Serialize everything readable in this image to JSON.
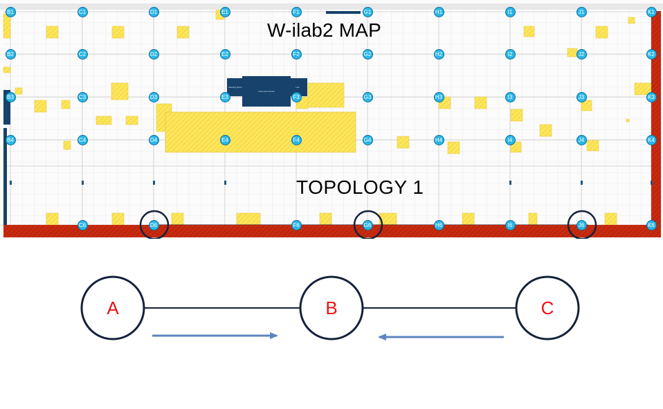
{
  "map": {
    "title": "W-ilab2 MAP",
    "topology_label": "TOPOLOGY 1",
    "nodes": [
      "B1",
      "C1",
      "D1",
      "E1",
      "F1",
      "G1",
      "H1",
      "I1",
      "J1",
      "K1",
      "B2",
      "C2",
      "D2",
      "E2",
      "F2",
      "G2",
      "H2",
      "I2",
      "J2",
      "K2",
      "B3",
      "C3",
      "D3",
      "E3",
      "F3",
      "G3",
      "H3",
      "I3",
      "J3",
      "K3",
      "B4",
      "C4",
      "D4",
      "E4",
      "F4",
      "G4",
      "H4",
      "I4",
      "J4",
      "K4",
      "C6",
      "D6",
      "F6",
      "G6",
      "H6",
      "I6",
      "J6",
      "K6"
    ],
    "highlighted_nodes": [
      "D6",
      "G6",
      "J6"
    ],
    "building_labels": [
      "Meeting Room",
      "Conference Room",
      "Lab"
    ],
    "colors": {
      "floor_zone": "#fce65c",
      "wall": "#c82b10",
      "structure": "#17426b",
      "node": "#29b6e6",
      "highlight_ring": "#15223a"
    }
  },
  "topology": {
    "nodes": [
      {
        "label": "A"
      },
      {
        "label": "B"
      },
      {
        "label": "C"
      }
    ],
    "links": [
      [
        "A",
        "B"
      ],
      [
        "B",
        "C"
      ]
    ],
    "flows": [
      {
        "from": "A",
        "to": "B",
        "direction": "right"
      },
      {
        "from": "C",
        "to": "B",
        "direction": "left"
      }
    ],
    "colors": {
      "node_label": "#ee1111",
      "node_stroke": "#15223a",
      "arrow": "#5b85bf"
    }
  }
}
